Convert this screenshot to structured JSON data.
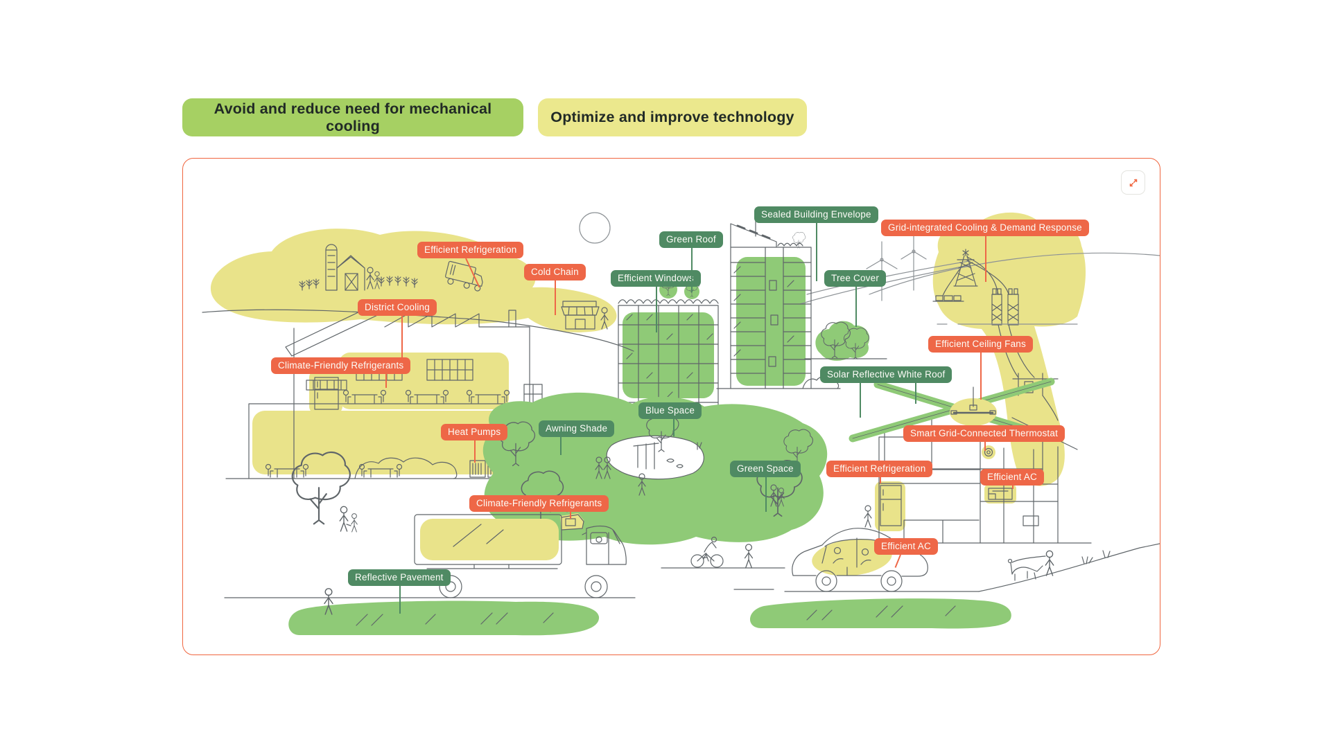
{
  "legend": {
    "avoid": {
      "label": "Avoid and reduce need for mechanical cooling",
      "color": "#a6d063"
    },
    "optimize": {
      "label": "Optimize and improve technology",
      "color": "#ebe88d"
    }
  },
  "panel": {
    "border_color": "#f0653e",
    "expand_icon": "expand-diagonal-arrows"
  },
  "palette": {
    "tag_avoid": "#4f8a63",
    "tag_optimize": "#ee6747",
    "highlight_avoid_green": "#8fca77",
    "highlight_optimize_yellow": "#e9e38a",
    "line_art": "#5f6569"
  },
  "tags": [
    {
      "label": "Efficient Refrigeration",
      "category": "optimize",
      "target": "farm-truck"
    },
    {
      "label": "Cold Chain",
      "category": "optimize",
      "target": "market-stand"
    },
    {
      "label": "District Cooling",
      "category": "optimize",
      "target": "factory"
    },
    {
      "label": "Climate-Friendly Refrigerants",
      "category": "optimize",
      "target": "factory-refrigerator"
    },
    {
      "label": "Heat Pumps",
      "category": "optimize",
      "target": "factory-heat-pumps"
    },
    {
      "label": "Efficient Windows",
      "category": "avoid",
      "target": "green-wall-building"
    },
    {
      "label": "Green Roof",
      "category": "avoid",
      "target": "building-roof-garden"
    },
    {
      "label": "Sealed Building Envelope",
      "category": "avoid",
      "target": "tower"
    },
    {
      "label": "Tree Cover",
      "category": "avoid",
      "target": "street-trees"
    },
    {
      "label": "Grid-integrated Cooling & Demand Response",
      "category": "optimize",
      "target": "power-grid"
    },
    {
      "label": "Efficient Ceiling Fans",
      "category": "optimize",
      "target": "ceiling-fan"
    },
    {
      "label": "Solar Reflective White Roof",
      "category": "avoid",
      "target": "white-roof"
    },
    {
      "label": "Blue Space",
      "category": "avoid",
      "target": "pond"
    },
    {
      "label": "Awning Shade",
      "category": "avoid",
      "target": "awning"
    },
    {
      "label": "Smart Grid-Connected Thermostat",
      "category": "optimize",
      "target": "thermostat"
    },
    {
      "label": "Green Space",
      "category": "avoid",
      "target": "park"
    },
    {
      "label": "Efficient Refrigeration",
      "category": "optimize",
      "target": "home-refrigerator"
    },
    {
      "label": "Efficient AC",
      "category": "optimize",
      "target": "home-ac-unit"
    },
    {
      "label": "Climate-Friendly Refrigerants",
      "category": "optimize",
      "target": "truck-refrigeration-unit"
    },
    {
      "label": "Efficient AC",
      "category": "optimize",
      "target": "car-ac"
    },
    {
      "label": "Reflective Pavement",
      "category": "avoid",
      "target": "pavement"
    }
  ]
}
